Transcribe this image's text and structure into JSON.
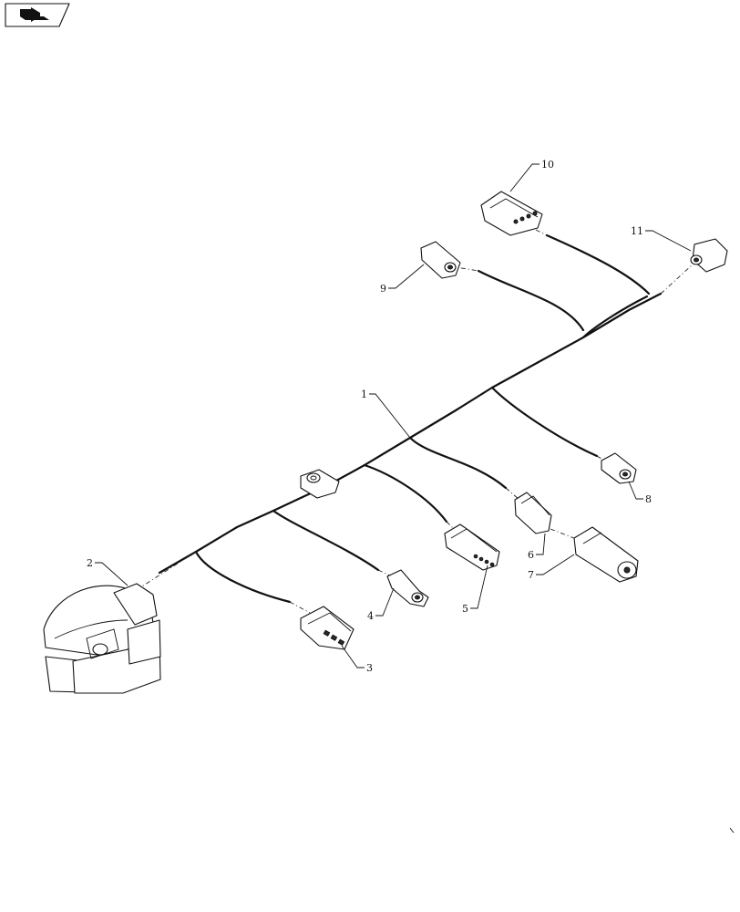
{
  "nav_icon": "back-arrow-icon",
  "callouts": {
    "c1": "1",
    "c2": "2",
    "c3": "3",
    "c4": "4",
    "c5": "5",
    "c6": "6",
    "c7": "7",
    "c8": "8",
    "c9": "9",
    "c10": "10",
    "c11": "11"
  }
}
